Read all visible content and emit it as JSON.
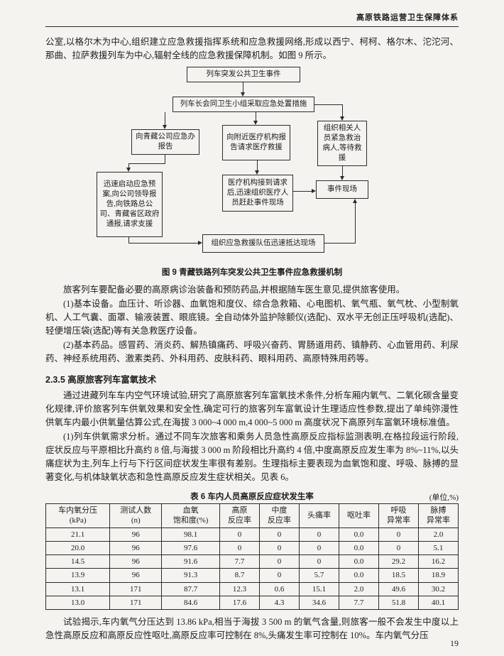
{
  "header": {
    "title": "高原铁路运营卫生保障体系"
  },
  "footer": {
    "page_number": "19"
  },
  "paragraphs": {
    "intro": "公室,以格尔木为中心,组织建立应急救援指挥系统和应急救援网络,形成以西宁、柯柯、格尔木、沱沱河、那曲、拉萨救援列车为中心,辐射全线的应急救援保障机制。如图 9 所示。",
    "equip_intro": "旅客列车要配备必要的高原病诊治装备和预防药品,并根据随车医生意见,提供旅客使用。",
    "basic_equipment": "(1)基本设备。血压计、听诊器、血氧饱和度仪、综合急救箱、心电图机、氧气瓶、氧气枕、小型制氧机、人工气囊、面罩、输液装置、眼底镜。全自动体外监护除颤仪(选配)、双水平无创正压呼吸机(选配)、轻便增压袋(选配)等有关急救医疗设备。",
    "basic_medicine": "(2)基本药品。感冒药、消炎药、解热镇痛药、呼吸兴奋药、胃肠道用药、镇静药、心血管用药、利尿药、神经系统用药、激素类药、外科用药、皮肤科药、眼科用药、高原特殊用药等。",
    "oxygen_intro": "通过进藏列车车内空气环境试验,研究了高原旅客列车富氧技术条件,分析车厢内氧气、二氧化碳含量变化规律,评价旅客列车供氧效果和安全性,确定可行的旅客列车富氧设计生理适应性参数,提出了单纯弥漫性供氧车内最小供氧量估算公式,在海拔 3 000~4 000 m,4 000~5 000 m 高度状况下高原列车富氧环境标准值。",
    "oxygen_demand": "(1)列车供氧需求分析。通过不同车次旅客和乘务人员急性高原反应指标监测表明,在格拉段运行阶段,症状反应与平原相比升高约 8 倍,与海拔 3 000 m 阶段相比升高约 4 倍,中度高原反应发生率为 8%~11%,以头痛症状为主,列车上行与下行区间症状发生率很有差别。生理指标主要表现为血氧饱和度、呼吸、脉搏的显著变化,与机体缺氧状态和急性高原反应发生症状相关。见表 6。",
    "conclusion": "试验揭示,车内氧气分压达到 13.86 kPa,相当于海拔 3 500 m 的氧气含量,则旅客一般不会发生中度以上急性高原反应和高原反应性呕吐,高原反应率可控制在 8%,头痛发生率可控制在 10%。车内氧气分压"
  },
  "section": {
    "heading": "2.3.5  高原旅客列车富氧技术"
  },
  "figure": {
    "caption": "图 9  青藏铁路列车突发公共卫生事件应急救援机制",
    "nodes": {
      "event": "列车突发公共卫生事件",
      "conductor": "列车长会同卫生小组采取应急处置措施",
      "report_company": "向青藏公司应急办报告",
      "report_medical": "向附近医疗机构报告请求医疗救援",
      "organize_rescue": "组织相关人员紧急救治病人,等待救援",
      "start_plan": "迅速启动应急预案,向公司领导报告,向铁路总公司、青藏省区政府通报,请求支援",
      "medical_dispatch": "医疗机构接到请求后,迅速组织医疗人员赶赴事件现场",
      "scene": "事件现场",
      "rescue_team": "组织应急救援队伍迅速抵达现场"
    }
  },
  "table6": {
    "title": "表 6  车内人员高原反应症状发生率",
    "unit": "(单位,%)",
    "headers": [
      "车内氧分压\n(kPa)",
      "测试人数\n(n)",
      "血氧\n饱和度(%)",
      "高原\n反应率",
      "中度\n反应率",
      "头痛率",
      "呕吐率",
      "呼吸\n异常率",
      "脉搏\n异常率"
    ],
    "rows": [
      [
        "21.1",
        "96",
        "98.1",
        "0",
        "0",
        "0",
        "0.0",
        "0",
        "2.0"
      ],
      [
        "20.0",
        "96",
        "97.6",
        "0",
        "0",
        "0",
        "0.0",
        "0",
        "5.1"
      ],
      [
        "14.5",
        "96",
        "91.6",
        "7.7",
        "0",
        "0",
        "0.0",
        "29.2",
        "16.2"
      ],
      [
        "13.9",
        "96",
        "91.3",
        "8.7",
        "0",
        "5.7",
        "0.0",
        "18.5",
        "18.9"
      ],
      [
        "13.1",
        "171",
        "87.7",
        "12.3",
        "0.6",
        "15.1",
        "2.0",
        "49.6",
        "30.2"
      ],
      [
        "13.0",
        "171",
        "84.6",
        "17.6",
        "4.3",
        "34.6",
        "7.7",
        "51.8",
        "40.1"
      ]
    ]
  }
}
